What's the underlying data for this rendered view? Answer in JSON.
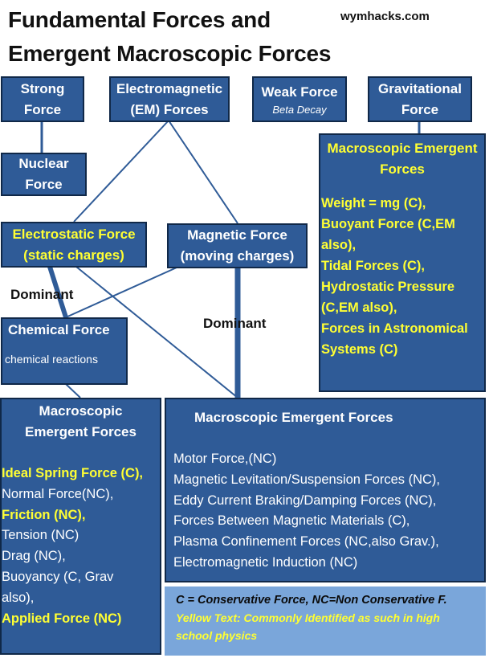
{
  "header": {
    "title_line1": "Fundamental Forces and",
    "title_line2": "Emergent Macroscopic Forces",
    "site": "wymhacks.com"
  },
  "fundamental": {
    "strong_l1": "Strong",
    "strong_l2": "Force",
    "em_l1": "Electromagnetic",
    "em_l2": "(EM) Forces",
    "weak_l1": "Weak Force",
    "weak_sub": "Beta Decay",
    "grav_l1": "Gravitational",
    "grav_l2": "Force"
  },
  "nuclear": {
    "l1": "Nuclear",
    "l2": "Force"
  },
  "electrostatic": {
    "l1": "Electrostatic Force",
    "l2": "(static charges)"
  },
  "magnetic": {
    "l1": "Magnetic Force",
    "l2": "(moving charges)"
  },
  "dominant_labels": {
    "left": "Dominant",
    "right": "Dominant"
  },
  "chemical": {
    "title": "Chemical Force",
    "sub": "chemical reactions"
  },
  "gravity_emergent": {
    "heading_l1": "Macroscopic Emergent",
    "heading_l2": "Forces",
    "lines": [
      "Weight = mg (C),",
      "Buoyant Force (C,EM",
      "also),",
      "Tidal Forces (C),",
      "Hydrostatic Pressure",
      "(C,EM also),",
      "Forces in Astronomical",
      "Systems (C)"
    ]
  },
  "chem_emergent": {
    "heading_l1": "Macroscopic",
    "heading_l2": "Emergent Forces",
    "items": [
      {
        "text": "Ideal Spring Force (C),",
        "highlight": true
      },
      {
        "text": "Normal  Force(NC),",
        "highlight": false
      },
      {
        "text": "Friction (NC),",
        "highlight": true
      },
      {
        "text": "Tension (NC)",
        "highlight": false
      },
      {
        "text": "Drag  (NC),",
        "highlight": false
      },
      {
        "text": "Buoyancy (C, Grav",
        "highlight": false
      },
      {
        "text": "also),",
        "highlight": false
      },
      {
        "text": "Applied Force (NC)",
        "highlight": true
      }
    ]
  },
  "mag_emergent": {
    "heading": "Macroscopic Emergent Forces",
    "items": [
      "Motor Force,(NC)",
      "Magnetic Levitation/Suspension Forces (NC),",
      "Eddy Current Braking/Damping Forces (NC),",
      "Forces Between Magnetic Materials (C),",
      "Plasma Confinement Forces (NC,also Grav.),",
      "Electromagnetic Induction  (NC)"
    ]
  },
  "legend": {
    "line1": "C = Conservative Force, NC=Non Conservative F.",
    "line2": "Yellow Text: Commonly Identified as such in high",
    "line3": "school physics"
  },
  "colors": {
    "box_fill": "#2f5b97",
    "box_border": "#102848",
    "highlight_text": "#ffff33",
    "legend_fill": "#7aa6da",
    "connector": "#2f5b97"
  }
}
